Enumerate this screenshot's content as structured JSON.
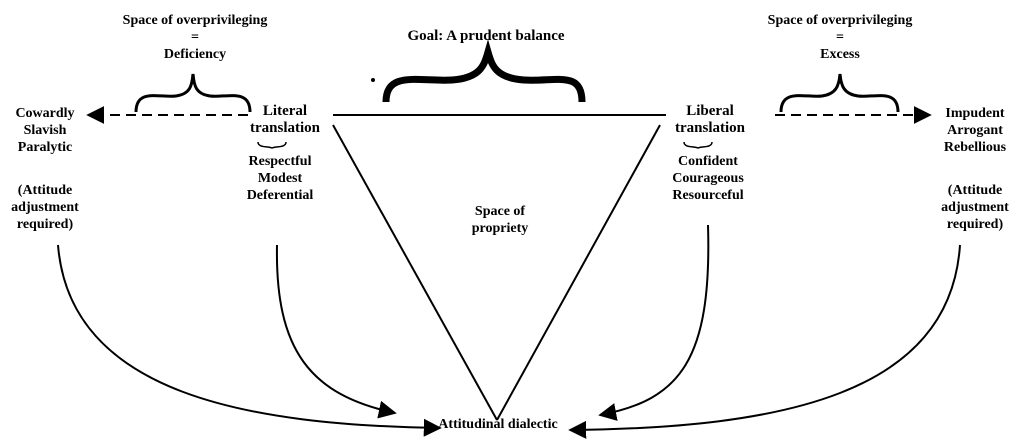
{
  "left_space": {
    "title": "Space of overprivileging",
    "equals": "=",
    "label": "Deficiency"
  },
  "right_space": {
    "title": "Space of overprivileging",
    "equals": "=",
    "label": "Excess"
  },
  "goal": "Goal:  A prudent balance",
  "left_extreme": {
    "lines": [
      "Cowardly",
      "Slavish",
      "Paralytic"
    ],
    "note": [
      "(Attitude",
      "adjustment",
      "required)"
    ]
  },
  "literal": {
    "lines": [
      "Literal",
      "translation"
    ],
    "traits": [
      "Respectful",
      "Modest",
      "Deferential"
    ]
  },
  "center": {
    "lines": [
      "Space of",
      "propriety"
    ]
  },
  "liberal": {
    "lines": [
      "Liberal",
      "translation"
    ],
    "traits": [
      "Confident",
      "Courageous",
      "Resourceful"
    ]
  },
  "right_extreme": {
    "lines": [
      "Impudent",
      "Arrogant",
      "Rebellious"
    ],
    "note": [
      "(Attitude",
      "adjustment",
      "required)"
    ]
  },
  "bottom": "Attitudinal dialectic"
}
